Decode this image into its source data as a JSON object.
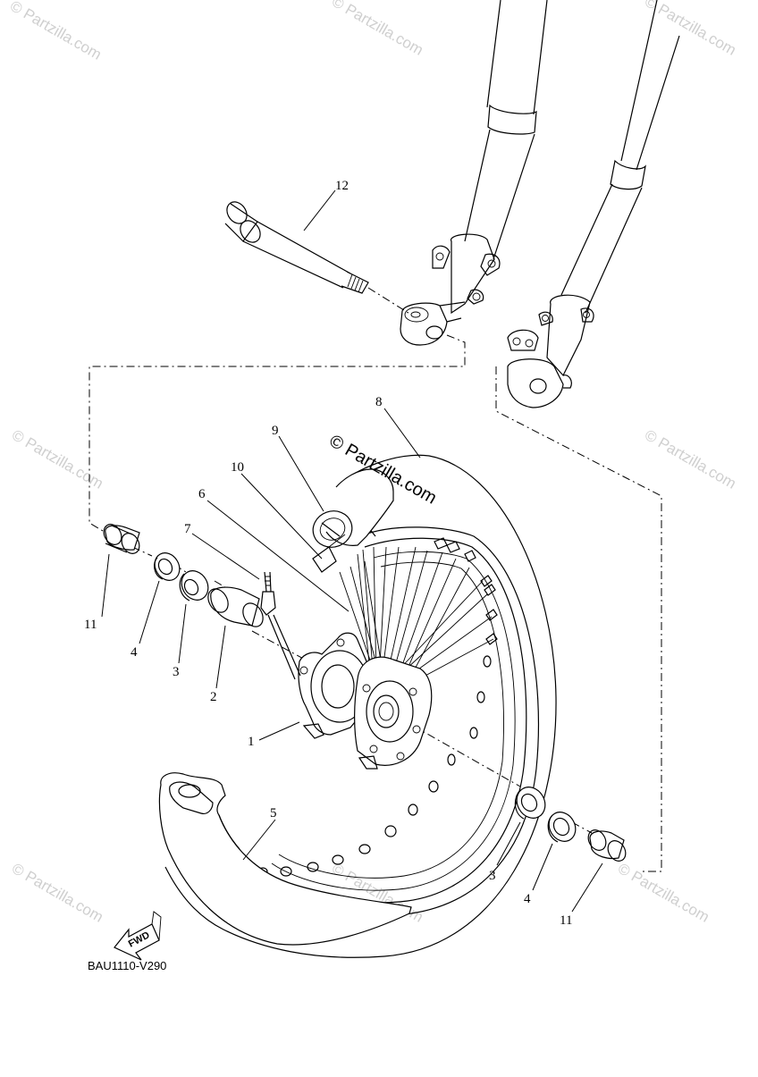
{
  "diagram": {
    "code": "BAU1110-V290",
    "fwd_label": "FWD",
    "watermark": "© Partzilla.com",
    "center_watermark": "© Partzilla.com",
    "callouts": {
      "c1": "1",
      "c2": "2",
      "c3a": "3",
      "c3b": "3",
      "c4a": "4",
      "c4b": "4",
      "c5": "5",
      "c6": "6",
      "c7": "7",
      "c8": "8",
      "c9": "9",
      "c10": "10",
      "c11a": "11",
      "c11b": "11",
      "c12": "12"
    }
  }
}
